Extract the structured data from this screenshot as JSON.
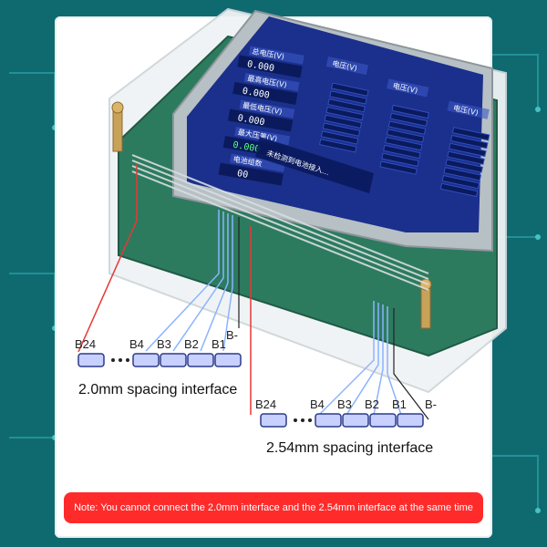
{
  "device": {
    "lcd": {
      "left_panel": [
        {
          "label": "总电压(V)",
          "value": "0.000"
        },
        {
          "label": "最高电压(V)",
          "value": "0.000"
        },
        {
          "label": "最低电压(V)",
          "value": "0.000"
        },
        {
          "label": "最大压差(V)",
          "value": "0.000"
        },
        {
          "label": "电池组数",
          "value": "00"
        }
      ],
      "right_headers": [
        "电压(V)",
        "电压(V)",
        "电压(V)"
      ],
      "status_message": "未检测到电池接入..."
    }
  },
  "diagram": {
    "interface_20": {
      "label": "2.0mm spacing interface",
      "pins": [
        "B24",
        "B4",
        "B3",
        "B2",
        "B1",
        "B-"
      ]
    },
    "interface_254": {
      "label": "2.54mm spacing interface",
      "pins": [
        "B24",
        "B4",
        "B3",
        "B2",
        "B1",
        "B-"
      ]
    }
  },
  "note": "Note: You cannot connect the 2.0mm interface and the 2.54mm interface at the same time",
  "colors": {
    "background": "#0f6a70",
    "note_bg": "#ff2b2b",
    "wire_blue": "#8ab4ff",
    "wire_red": "#e53935",
    "pcb_green": "#2d7b5f"
  }
}
